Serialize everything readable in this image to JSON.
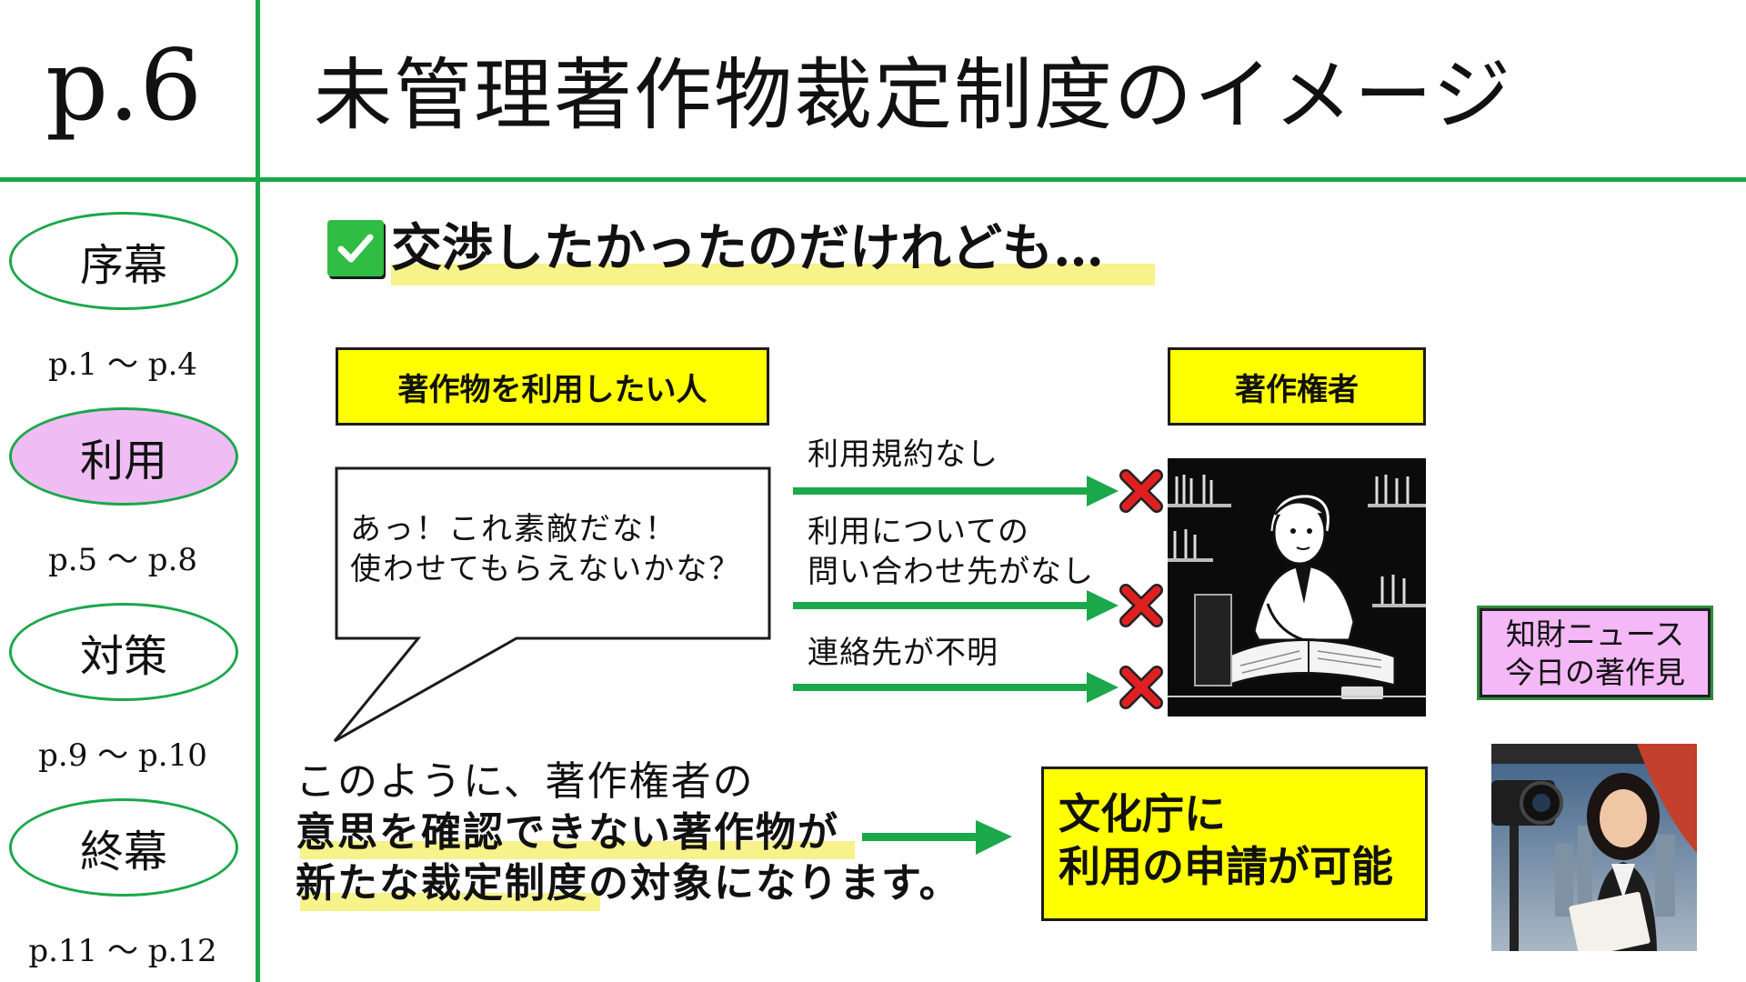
{
  "header": {
    "page_number": "p.6",
    "title": "未管理著作物裁定制度のイメージ"
  },
  "sidebar": {
    "items": [
      {
        "label": "序幕",
        "range": "p.1 〜 p.4",
        "active": false
      },
      {
        "label": "利用",
        "range": "p.5 〜 p.8",
        "active": true
      },
      {
        "label": "対策",
        "range": "p.9 〜 p.10",
        "active": false
      },
      {
        "label": "終幕",
        "range": "p.11 〜 p.12",
        "active": false
      }
    ]
  },
  "main": {
    "heading": "交渉したかったのだけれども…",
    "user_box": "著作物を利用したい人",
    "owner_box": "著作権者",
    "bubble": {
      "line1": "あっ！これ素敵だな！",
      "line2": "使わせてもらえないかな？"
    },
    "reasons": [
      {
        "line1": "利用規約なし",
        "line2": ""
      },
      {
        "line1": "利用についての",
        "line2": "問い合わせ先がなし"
      },
      {
        "line1": "連絡先が不明",
        "line2": ""
      }
    ],
    "bottom_text": {
      "line1": "このように、著作権者の",
      "line2": "意思を確認できない著作物が",
      "line3_bold": "新たな裁定制度",
      "line3_rest": "の対象になります。"
    },
    "result": {
      "line1": "文化庁に",
      "line2": "利用の申請が可能"
    },
    "news": {
      "line1": "知財ニュース",
      "line2": "今日の著作見"
    }
  },
  "colors": {
    "accent_green": "#1aa84a",
    "highlight_yellow": "#ffff00",
    "active_pill": "#efbdf4",
    "cross_red": "#e02020"
  }
}
